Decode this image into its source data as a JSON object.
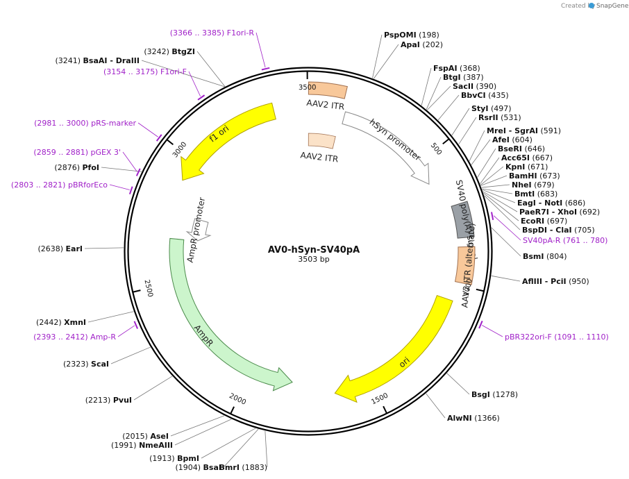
{
  "credit": {
    "text": "Created by",
    "brand": "SnapGene",
    "logo_color": "#3a9bd5"
  },
  "plasmid": {
    "name": "AV0-hSyn-SV40pA",
    "length_label": "3503 bp",
    "length_bp": 3503
  },
  "ticks": [
    {
      "bp": 500,
      "label": "500"
    },
    {
      "bp": 1000,
      "label": "1000"
    },
    {
      "bp": 1500,
      "label": "1500"
    },
    {
      "bp": 2000,
      "label": "2000"
    },
    {
      "bp": 2500,
      "label": "2500"
    },
    {
      "bp": 3000,
      "label": "3000"
    },
    {
      "bp": 3500,
      "label": "3500"
    }
  ],
  "features": [
    {
      "name": "AAV2 ITR",
      "start": 1,
      "end": 130,
      "strand": "none",
      "color": "#f8c89a",
      "outline": "#a07050",
      "label_outside": true
    },
    {
      "name": "hSyn promoter",
      "start": 145,
      "end": 593,
      "strand": "forward",
      "color": "#ffffff",
      "outline": "#888888"
    },
    {
      "name": "SV40 poly(A) signal",
      "start": 706,
      "end": 827,
      "strand": "none",
      "color": "#9aa0a6",
      "outline": "#555555"
    },
    {
      "name": "AAV2 ITR (alternate)",
      "start": 860,
      "end": 989,
      "strand": "none",
      "color": "#f8c89a",
      "outline": "#a07050"
    },
    {
      "name": "ori",
      "start": 1060,
      "end": 1648,
      "strand": "forward",
      "color": "#ffff00",
      "outline": "#b0a000"
    },
    {
      "name": "AmpR",
      "start": 1819,
      "end": 2679,
      "strand": "reverse",
      "color": "#ccf5cc",
      "outline": "#4a8a4a"
    },
    {
      "name": "AmpR promoter",
      "start": 2680,
      "end": 2784,
      "strand": "reverse",
      "color": "#ffffff",
      "outline": "#888888"
    },
    {
      "name": "f1 ori",
      "start": 2914,
      "end": 3369,
      "strand": "reverse",
      "color": "#ffff00",
      "outline": "#b0a000"
    }
  ],
  "inner_itr": {
    "name": "AAV2 ITR",
    "color": "#fbe2c8"
  },
  "sites": [
    {
      "name": "PspOMI",
      "pos": "198",
      "bp": 198
    },
    {
      "name": "ApaI",
      "pos": "202",
      "bp": 202
    },
    {
      "name": "FspAI",
      "pos": "368",
      "bp": 368
    },
    {
      "name": "BtgI",
      "pos": "387",
      "bp": 387
    },
    {
      "name": "SacII",
      "pos": "390",
      "bp": 390
    },
    {
      "name": "BbvCI",
      "pos": "435",
      "bp": 435
    },
    {
      "name": "StyI",
      "pos": "497",
      "bp": 497
    },
    {
      "name": "RsrII",
      "pos": "531",
      "bp": 531
    },
    {
      "name": "MreI",
      "name2": "SgrAI",
      "pos": "591",
      "bp": 591
    },
    {
      "name": "AfeI",
      "pos": "604",
      "bp": 604
    },
    {
      "name": "BseRI",
      "pos": "646",
      "bp": 646
    },
    {
      "name": "Acc65I",
      "pos": "667",
      "bp": 667
    },
    {
      "name": "KpnI",
      "pos": "671",
      "bp": 671
    },
    {
      "name": "BamHI",
      "pos": "673",
      "bp": 673
    },
    {
      "name": "NheI",
      "pos": "679",
      "bp": 679
    },
    {
      "name": "BmtI",
      "pos": "683",
      "bp": 683
    },
    {
      "name": "EagI",
      "name2": "NotI",
      "pos": "686",
      "bp": 686
    },
    {
      "name": "PaeR7I",
      "name2": "XhoI",
      "pos": "692",
      "bp": 692
    },
    {
      "name": "EcoRI",
      "pos": "697",
      "bp": 697
    },
    {
      "name": "BspDI",
      "name2": "ClaI",
      "pos": "705",
      "bp": 705
    },
    {
      "name": "BsmI",
      "pos": "804",
      "bp": 804
    },
    {
      "name": "AflIII",
      "name2": "PciI",
      "pos": "950",
      "bp": 950
    },
    {
      "name": "BsgI",
      "pos": "1278",
      "bp": 1278
    },
    {
      "name": "AlwNI",
      "pos": "1366",
      "bp": 1366
    },
    {
      "name": "BmrI",
      "pos": "1883",
      "bp": 1883,
      "name_first": true
    },
    {
      "name": "BsaI",
      "pos": "1904",
      "bp": 1904
    },
    {
      "name": "BpmI",
      "pos": "1913",
      "bp": 1913
    },
    {
      "name": "NmeAIII",
      "pos": "1991",
      "bp": 1991
    },
    {
      "name": "AseI",
      "pos": "2015",
      "bp": 2015
    },
    {
      "name": "PvuI",
      "pos": "2213",
      "bp": 2213
    },
    {
      "name": "ScaI",
      "pos": "2323",
      "bp": 2323
    },
    {
      "name": "XmnI",
      "pos": "2442",
      "bp": 2442
    },
    {
      "name": "EarI",
      "pos": "2638",
      "bp": 2638
    },
    {
      "name": "PfoI",
      "pos": "2876",
      "bp": 2876
    },
    {
      "name": "BsaAI",
      "name2": "DraIII",
      "pos": "3241",
      "bp": 3241
    },
    {
      "name": "BtgZI",
      "pos": "3242",
      "bp": 3242
    }
  ],
  "primers": [
    {
      "name": "SV40pA-R",
      "range": "761 .. 780",
      "bp": 770
    },
    {
      "name": "pBR322ori-F",
      "range": "1091 .. 1110",
      "bp": 1100
    },
    {
      "name": "Amp-R",
      "range": "2393 .. 2412",
      "bp": 2402
    },
    {
      "name": "pBRforEco",
      "range": "2803 .. 2821",
      "bp": 2812
    },
    {
      "name": "pGEX 3'",
      "range": "2859 .. 2881",
      "bp": 2870
    },
    {
      "name": "pRS-marker",
      "range": "2981 .. 3000",
      "bp": 2990
    },
    {
      "name": "F1ori-F",
      "range": "3154 .. 3175",
      "bp": 3164
    },
    {
      "name": "F1ori-R",
      "range": "3366 .. 3385",
      "bp": 3375
    }
  ]
}
